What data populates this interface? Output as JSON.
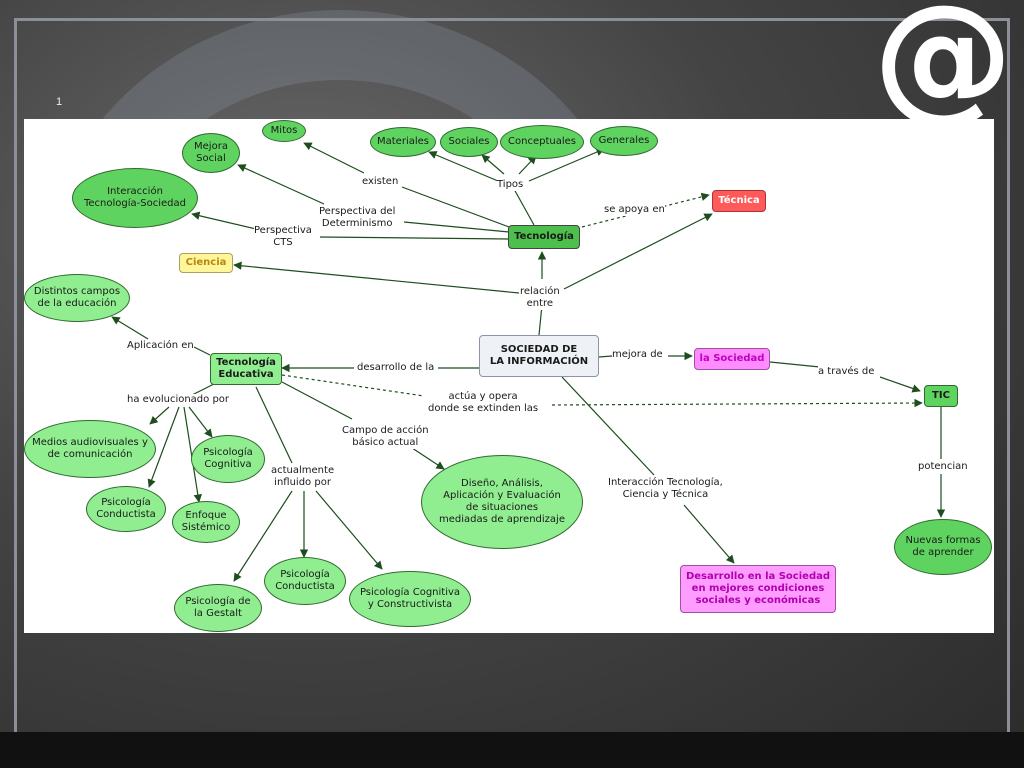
{
  "slide": {
    "number": "1",
    "logo": "@"
  },
  "nodes": {
    "tecnologia": "Tecnología",
    "tecnica": "Técnica",
    "ciencia": "Ciencia",
    "sociedad_info": "SOCIEDAD DE\nLA INFORMACIÓN",
    "la_sociedad": "la Sociedad",
    "tic": "TIC",
    "tec_educativa": "Tecnología\nEducativa",
    "desarrollo": "Desarrollo en la Sociedad\nen mejores condiciones\nsociales y económicas",
    "mitos": "Mitos",
    "mejora_social": "Mejora\nSocial",
    "interaccion_ts": "Interacción\nTecnología-Sociedad",
    "materiales": "Materiales",
    "sociales": "Sociales",
    "conceptuales": "Conceptuales",
    "generales": "Generales",
    "distintos_campos": "Distintos campos\nde la educación",
    "medios": "Medios audiovisuales y\nde comunicación",
    "psic_cognitiva": "Psicología\nCognitiva",
    "psic_conductista_1": "Psicología\nConductista",
    "enfoque": "Enfoque\nSistémico",
    "diseno": "Diseño, Análisis,\nAplicación y Evaluación\nde situaciones\nmediadas de aprendizaje",
    "psic_gestalt": "Psicología de\nla Gestalt",
    "psic_conductista_2": "Psicología\nConductista",
    "psic_cog_constr": "Psicología Cognitiva\ny Constructivista",
    "nuevas_formas": "Nuevas formas\nde aprender"
  },
  "links": {
    "existen": "existen",
    "tipos": "Tipos",
    "se_apoya_en": "se apoya en",
    "perspectiva_det": "Perspectiva del\nDeterminismo",
    "perspectiva_cts": "Perspectiva\nCTS",
    "relacion_entre": "relación\nentre",
    "aplicacion_en": "Aplicación en",
    "desarrollo_de_la": "desarrollo de la",
    "mejora_de": "mejora de",
    "a_traves_de": "a través de",
    "ha_evolucionado": "ha evolucionado por",
    "actua_opera": "actúa y opera\ndonde se extinden las",
    "campo_accion": "Campo de acción\nbásico actual",
    "actualmente": "actualmente\ninfluido por",
    "interaccion_tct": "Interacción Tecnología,\nCiencia y Técnica",
    "potencian": "potencian"
  },
  "colors": {
    "green_light": "#90ee90",
    "green_dark": "#5fd35f",
    "red": "#ff5a5a",
    "yellow": "#fff59a",
    "pink": "#ff8cff",
    "magenta_text": "#c000c0",
    "arrow": "#1e4d1e"
  }
}
